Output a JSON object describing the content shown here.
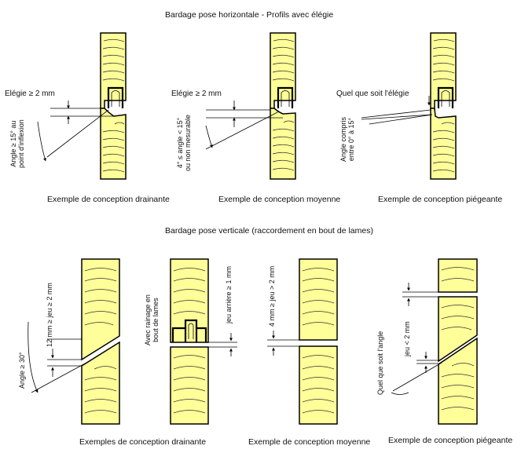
{
  "top": {
    "title": "Bardage pose horizontale - Profils avec élégie",
    "panels": [
      {
        "label": "Elégie ≥ 2 mm",
        "angle_label": [
          "Angle ≥ 15° au",
          "point d'inflexion"
        ],
        "caption": "Exemple de conception drainante"
      },
      {
        "label": "Elégie ≥ 2 mm",
        "angle_label": [
          "4° ≤ angle < 15°",
          "ou non mesurable"
        ],
        "caption": "Exemple de conception moyenne"
      },
      {
        "label": "Quel que soit l'élégie",
        "angle_label": [
          "Angle compris",
          "entre 0° à 15°"
        ],
        "caption": "Exemple de conception piégeante"
      }
    ]
  },
  "bottom": {
    "title": "Bardage pose verticale  (raccordement en bout de lames)",
    "panels": [
      {
        "angle_label": "Angle ≥ 30°",
        "gap_label": "12 mm ≥ jeu ≥ 2 mm",
        "caption": "Exemples de conception drainante"
      },
      {
        "left_label": [
          "Avec rainage en",
          "bout de lames"
        ],
        "gap_label": "jeu arrière ≥ 1 mm"
      },
      {
        "gap_label": "4 mm ≥ jeu > 2 mm",
        "caption": "Exemple de conception moyenne"
      },
      {
        "angle_label": "Quel que soit l'angle",
        "gap_label": "jeu < 2 mm",
        "caption": "Exemple de conception piégeante"
      }
    ]
  },
  "colors": {
    "wood": "#ffff99",
    "line": "#000000"
  }
}
